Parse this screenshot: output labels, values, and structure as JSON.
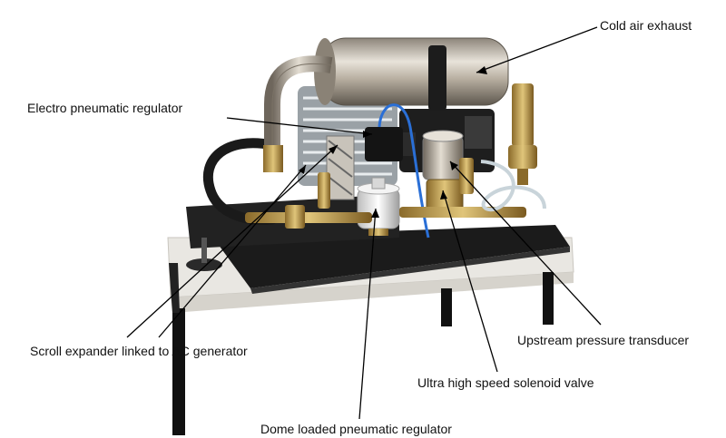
{
  "labels": {
    "cold_air_exhaust": "Cold air exhaust",
    "electro_pneumatic_regulator": "Electro pneumatic regulator",
    "scroll_expander": "Scroll expander linked to AC generator",
    "upstream_pressure_transducer": "Upstream pressure transducer",
    "solenoid_valve": "Ultra high speed solenoid valve",
    "dome_loaded_regulator": "Dome loaded pneumatic regulator"
  }
}
